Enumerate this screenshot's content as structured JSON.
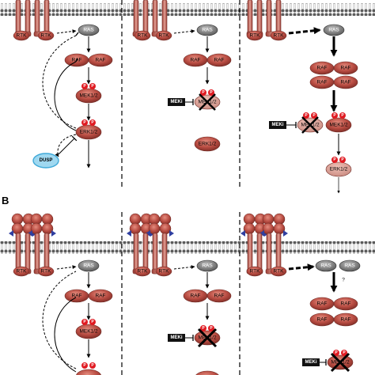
{
  "panel_b_label": "B",
  "labels": {
    "rtk": "RTK",
    "ras": "RAS",
    "raf": "RAF",
    "mek": "MEK1/2",
    "erk": "ERK1/2",
    "p": "P",
    "meki": "MEKi",
    "dusp": "DUSP",
    "question": "?"
  },
  "colors": {
    "protein_fill": "#b34a40",
    "protein_light": "#d98070",
    "receptor_fill": "#d77a6c",
    "ras_fill": "#8d8d8d",
    "phospho_fill": "#e01b22",
    "dusp_fill": "#9fd8f0",
    "dusp_stroke": "#3fa9d8",
    "ligand_blue": "#2f3fa0",
    "membrane": "#6a6a6a"
  }
}
